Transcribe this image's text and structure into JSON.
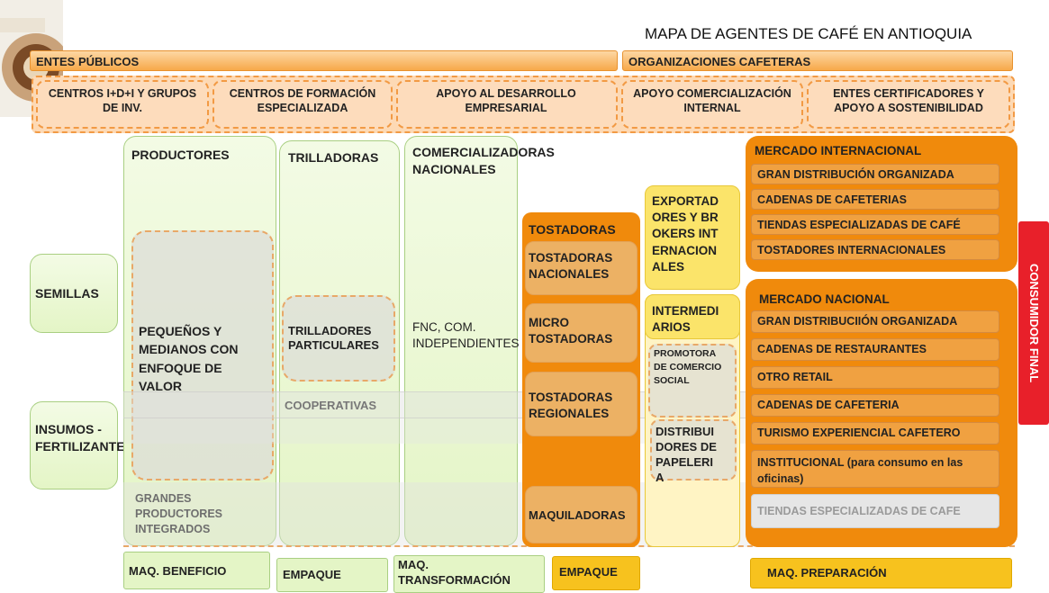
{
  "title": "MAPA DE AGENTES DE CAFÉ EN ANTIOQUIA",
  "top_bars": {
    "entes_publicos": "ENTES PÚBLICOS",
    "organizaciones": "ORGANIZACIONES CAFETERAS"
  },
  "support": [
    "CENTROS I+D+I Y GRUPOS DE INV.",
    "CENTROS DE FORMACIÓN ESPECIALIZADA",
    "APOYO AL DESARROLLO EMPRESARIAL",
    "APOYO COMERCIALIZACIÓN INTERNAL",
    "ENTES CERTIFICADORES Y APOYO A SOSTENIBILIDAD"
  ],
  "inputs": {
    "semillas": "SEMILLAS",
    "insumos": "INSUMOS - FERTILIZANTES"
  },
  "productores": {
    "title": "PRODUCTORES",
    "pequenos": "PEQUEÑOS Y MEDIANOS CON ENFOQUE DE VALOR",
    "grandes": "GRANDES PRODUCTORES INTEGRADOS"
  },
  "trilladoras": {
    "title": "TRILLADORAS",
    "particulares": "TRILLADORES PARTICULARES",
    "cooperativas": "COOPERATIVAS"
  },
  "comercializadoras": {
    "title": "COMERCIALIZADORAS NACIONALES",
    "fnc": "FNC, COM. INDEPENDIENTES"
  },
  "tostadoras": {
    "title": "TOSTADORAS",
    "nacionales": "TOSTADORAS NACIONALES",
    "micro": "MICRO TOSTADORAS",
    "regionales": "TOSTADORAS REGIONALES",
    "maquiladoras": "MAQUILADORAS"
  },
  "exportadores": "EXPORTADORES Y BROKERS INTERNACIONALES",
  "intermediarios": {
    "title": "INTERMEDIARIOS",
    "promotora": "PROMOTORA DE COMERCIO SOCIAL",
    "distribuidores": "DISTRIBUIDORES DE PAPELERIA"
  },
  "mercado_internacional": {
    "title": "MERCADO INTERNACIONAL",
    "items": [
      "GRAN DISTRIBUCIÓN ORGANIZADA",
      "CADENAS DE CAFETERIAS",
      "TIENDAS ESPECIALIZADAS DE CAFÉ",
      "TOSTADORES INTERNACIONALES"
    ]
  },
  "mercado_nacional": {
    "title": "MERCADO NACIONAL",
    "items": [
      "GRAN DISTRIBUCIIÓN ORGANIZADA",
      "CADENAS DE RESTAURANTES",
      "OTRO RETAIL",
      "CADENAS DE CAFETERIA",
      "TURISMO EXPERIENCIAL CAFETERO",
      "INSTITUCIONAL (para consumo en las oficinas)",
      "TIENDAS ESPECIALIZADAS DE CAFE"
    ]
  },
  "consumidor": "CONSUMIDOR FINAL",
  "bottom": [
    "MAQ. BENEFICIO",
    "EMPAQUE",
    "MAQ. TRANSFORMACIÓN",
    "EMPAQUE",
    "MAQ. PREPARACIÓN"
  ],
  "colors": {
    "orange": "#f39c12",
    "green": "#e4f5c6",
    "yellow": "#fbe46a",
    "red": "#e8202a"
  }
}
